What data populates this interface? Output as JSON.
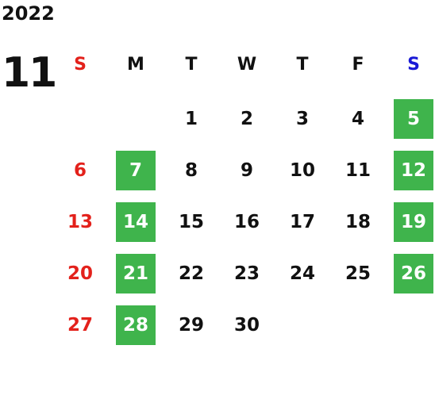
{
  "calendar": {
    "year": "2022",
    "month": "11",
    "weekdays": [
      "S",
      "M",
      "T",
      "W",
      "T",
      "F",
      "S"
    ],
    "colors": {
      "sunday_text": "#e3211b",
      "saturday_header": "#1a1ad6",
      "highlight_bg": "#3fb44c",
      "highlight_text": "#ffffff",
      "default_text": "#111111"
    },
    "weeks": [
      [
        "",
        "",
        "1",
        "2",
        "3",
        "4",
        "5"
      ],
      [
        "6",
        "7",
        "8",
        "9",
        "10",
        "11",
        "12"
      ],
      [
        "13",
        "14",
        "15",
        "16",
        "17",
        "18",
        "19"
      ],
      [
        "20",
        "21",
        "22",
        "23",
        "24",
        "25",
        "26"
      ],
      [
        "27",
        "28",
        "29",
        "30",
        "",
        "",
        ""
      ]
    ]
  }
}
